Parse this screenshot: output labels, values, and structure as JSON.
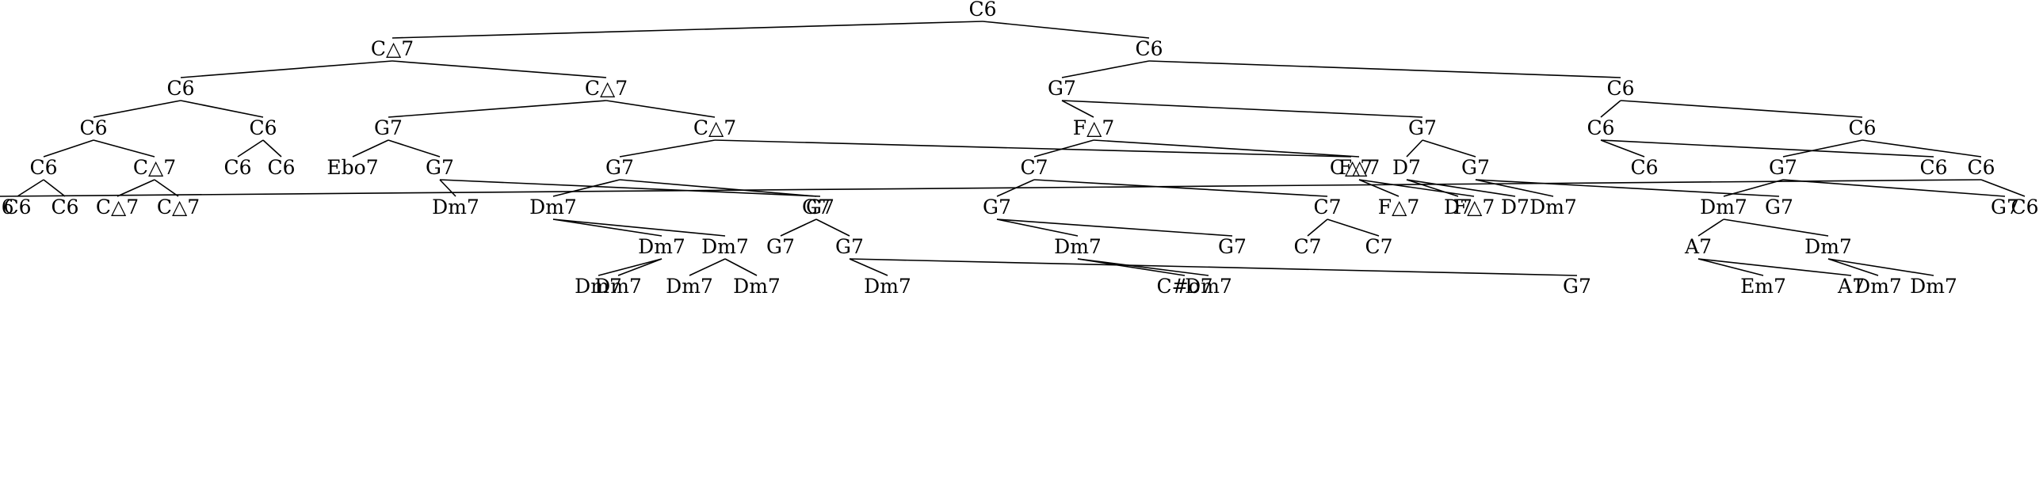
{
  "tree": {
    "label": "C6",
    "children": [
      {
        "label": "C△7",
        "children": [
          {
            "label": "C6",
            "children": [
              {
                "label": "C6",
                "children": [
                  {
                    "label": "C6",
                    "children": [
                      {
                        "label": "C6"
                      },
                      {
                        "label": "C6"
                      }
                    ]
                  },
                  {
                    "label": "C△7",
                    "children": [
                      {
                        "label": "C△7"
                      },
                      {
                        "label": "C△7"
                      }
                    ]
                  }
                ]
              },
              {
                "label": "C6",
                "children": [
                  {
                    "label": "C6"
                  },
                  {
                    "label": "C6"
                  }
                ]
              }
            ]
          },
          {
            "label": "C△7",
            "children": [
              {
                "label": "G7",
                "children": [
                  {
                    "label": "Ebo7"
                  },
                  {
                    "label": "G7",
                    "children": [
                      {
                        "label": "Dm7"
                      },
                      {
                        "label": "G7"
                      }
                    ]
                  }
                ]
              },
              {
                "label": "C△7",
                "children": [
                  {
                    "label": "G7",
                    "children": [
                      {
                        "label": "Dm7",
                        "children": [
                          {
                            "label": "Dm7",
                            "children": [
                              {
                                "label": "Dm7"
                              },
                              {
                                "label": "Dm7"
                              }
                            ]
                          },
                          {
                            "label": "Dm7",
                            "children": [
                              {
                                "label": "Dm7"
                              },
                              {
                                "label": "Dm7"
                              }
                            ]
                          }
                        ]
                      },
                      {
                        "label": "G7",
                        "children": [
                          {
                            "label": "G7"
                          },
                          {
                            "label": "G7",
                            "children": [
                              {
                                "label": "Dm7"
                              },
                              {
                                "label": "G7"
                              }
                            ]
                          }
                        ]
                      }
                    ]
                  },
                  {
                    "label": "C△7"
                  }
                ]
              }
            ]
          }
        ]
      },
      {
        "label": "C6",
        "children": [
          {
            "label": "G7",
            "children": [
              {
                "label": "F△7",
                "children": [
                  {
                    "label": "C7",
                    "children": [
                      {
                        "label": "G7",
                        "children": [
                          {
                            "label": "Dm7",
                            "children": [
                              {
                                "label": "C#o7"
                              },
                              {
                                "label": "Dm7"
                              }
                            ]
                          },
                          {
                            "label": "G7"
                          }
                        ]
                      },
                      {
                        "label": "C7",
                        "children": [
                          {
                            "label": "C7"
                          },
                          {
                            "label": "C7"
                          }
                        ]
                      }
                    ]
                  },
                  {
                    "label": "F△7",
                    "children": [
                      {
                        "label": "F△7"
                      },
                      {
                        "label": "F△7"
                      }
                    ]
                  }
                ]
              },
              {
                "label": "G7",
                "children": [
                  {
                    "label": "D7",
                    "children": [
                      {
                        "label": "D7"
                      },
                      {
                        "label": "D7"
                      }
                    ]
                  },
                  {
                    "label": "G7",
                    "children": [
                      {
                        "label": "Dm7"
                      },
                      {
                        "label": "G7"
                      }
                    ]
                  }
                ]
              }
            ]
          },
          {
            "label": "C6",
            "children": [
              {
                "label": "C6",
                "children": [
                  {
                    "label": "C6"
                  },
                  {
                    "label": "C6"
                  }
                ]
              },
              {
                "label": "C6",
                "children": [
                  {
                    "label": "G7",
                    "children": [
                      {
                        "label": "Dm7",
                        "children": [
                          {
                            "label": "A7",
                            "children": [
                              {
                                "label": "Em7"
                              },
                              {
                                "label": "A7"
                              }
                            ]
                          },
                          {
                            "label": "Dm7",
                            "children": [
                              {
                                "label": "Dm7"
                              },
                              {
                                "label": "Dm7"
                              }
                            ]
                          }
                        ]
                      },
                      {
                        "label": "G7"
                      }
                    ]
                  },
                  {
                    "label": "C6",
                    "children": [
                      {
                        "label": "C6"
                      },
                      {
                        "label": "C6"
                      }
                    ]
                  }
                ]
              }
            ]
          }
        ]
      }
    ]
  }
}
